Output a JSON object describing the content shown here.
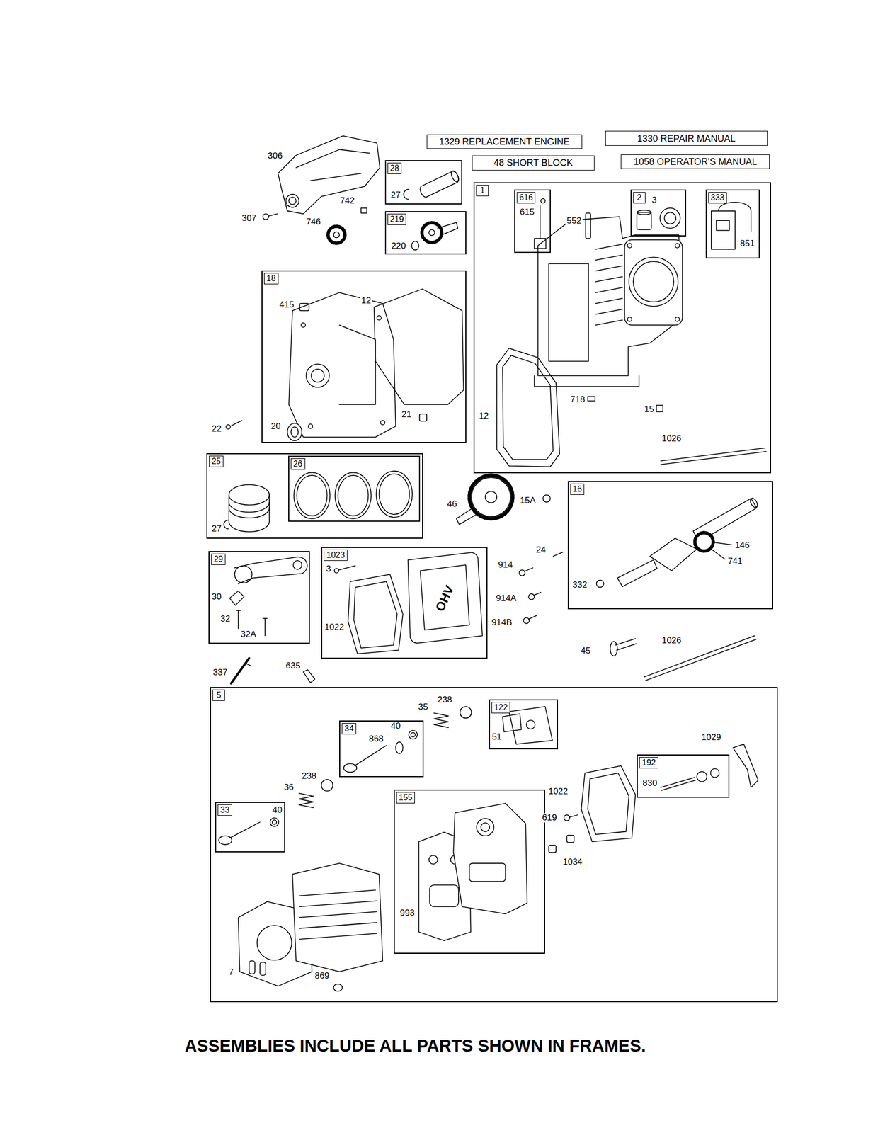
{
  "diagram": {
    "caption": "ASSEMBLIES INCLUDE ALL PARTS SHOWN IN FRAMES.",
    "nodes": [
      {
        "text": [
          "1329 REPLACEMENT ENGINE"
        ]
      },
      {
        "text": [
          "1330 REPAIR MANUAL"
        ]
      },
      {
        "text": [
          "48 SHORT BLOCK"
        ]
      },
      {
        "text": [
          "1058 OPERATOR'S MANUAL"
        ]
      },
      {
        "text": [
          "28"
        ]
      },
      {
        "text": [
          "1"
        ]
      },
      {
        "text": [
          "616"
        ],
        "in": 5
      },
      {
        "text": [
          "2"
        ],
        "in": 5
      },
      {
        "text": [
          "333"
        ],
        "in": 5
      },
      {
        "text": [
          "219"
        ]
      },
      {
        "text": [
          "18"
        ]
      },
      {
        "text": [
          "25"
        ]
      },
      {
        "text": [
          "26"
        ],
        "in": 11
      },
      {
        "text": [
          "16"
        ]
      },
      {
        "text": [
          "29"
        ]
      },
      {
        "text": [
          "1023"
        ]
      },
      {
        "text": [
          "5"
        ]
      },
      {
        "text": [
          "34"
        ],
        "in": 16
      },
      {
        "text": [
          "122"
        ],
        "in": 16
      },
      {
        "text": [
          "192"
        ],
        "in": 16
      },
      {
        "text": [
          "33"
        ],
        "in": 16
      },
      {
        "text": [
          "155"
        ],
        "in": 16
      }
    ],
    "labels": [
      "306",
      "307",
      "742",
      "746",
      "27",
      "220",
      "615",
      "552",
      "3",
      "851",
      "415",
      "12",
      "20",
      "21",
      "22",
      "12",
      "718",
      "15",
      "1026",
      "27",
      "46",
      "15A",
      "146",
      "741",
      "332",
      "24",
      "30",
      "32",
      "32A",
      "3",
      "1022",
      "914",
      "914A",
      "914B",
      "45",
      "1026",
      "337",
      "635",
      "35",
      "238",
      "40",
      "868",
      "51",
      "1029",
      "238",
      "36",
      "40",
      "1022",
      "619",
      "830",
      "1034",
      "993",
      "7",
      "869",
      "OHV"
    ]
  }
}
